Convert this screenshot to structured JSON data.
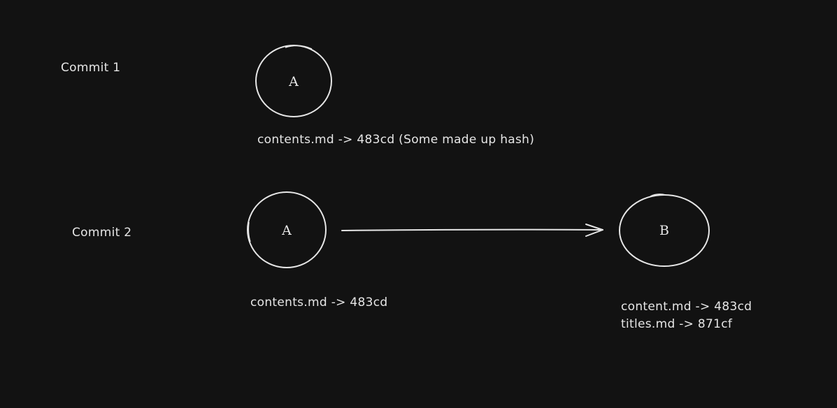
{
  "rows": [
    {
      "label": "Commit 1"
    },
    {
      "label": "Commit 2"
    }
  ],
  "nodes": [
    {
      "letter": "A",
      "caption": [
        "contents.md -> 483cd (Some made up hash)"
      ]
    },
    {
      "letter": "A",
      "caption": [
        "contents.md -> 483cd"
      ]
    },
    {
      "letter": "B",
      "caption": [
        "content.md -> 483cd",
        "titles.md -> 871cf"
      ]
    }
  ],
  "edges": [
    {
      "from": 1,
      "to": 2
    }
  ]
}
